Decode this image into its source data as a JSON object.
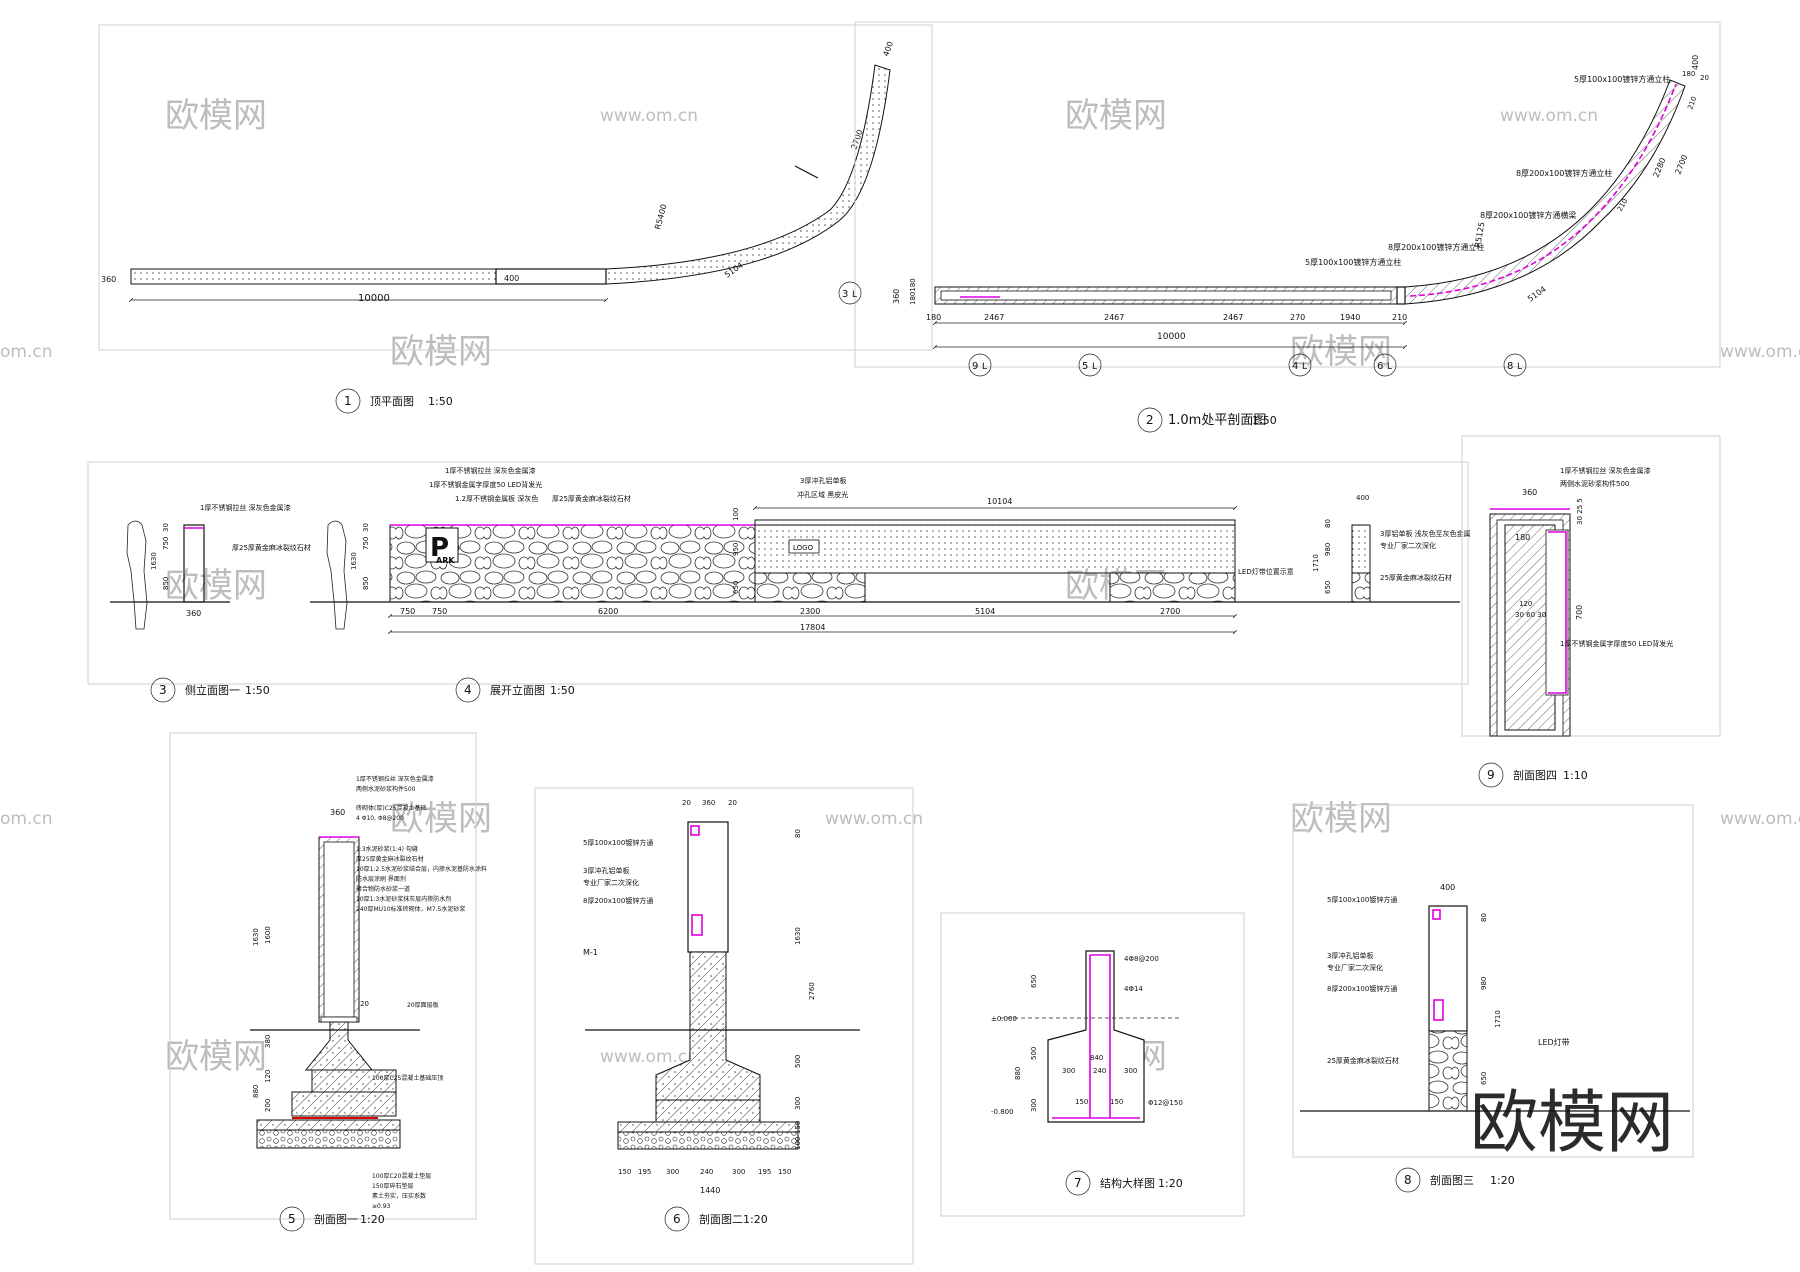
{
  "watermark": {
    "brand": "欧模网",
    "url": "www.om.cn",
    "url_partial": "om.cn"
  },
  "views": [
    {
      "num": "1",
      "title": "顶平面图",
      "scale": "1:50"
    },
    {
      "num": "2",
      "title": "1.0m处平剖面图",
      "scale": "1:50"
    },
    {
      "num": "3",
      "title": "侧立面图一",
      "scale": "1:50"
    },
    {
      "num": "4",
      "title": "展开立面图",
      "scale": "1:50"
    },
    {
      "num": "5",
      "title": "剖面图一",
      "scale": "1:20"
    },
    {
      "num": "6",
      "title": "剖面图二",
      "scale": "1:20"
    },
    {
      "num": "7",
      "title": "结构大样图",
      "scale": "1:20"
    },
    {
      "num": "8",
      "title": "剖面图三",
      "scale": "1:20"
    },
    {
      "num": "9",
      "title": "剖面图四",
      "scale": "1:10"
    }
  ],
  "plan1": {
    "dims": [
      "10000",
      "400",
      "360",
      "R5400",
      "5104",
      "2700",
      "400"
    ]
  },
  "plan2": {
    "dims_top": [
      "180",
      "2467",
      "2467",
      "2467",
      "270",
      "1940",
      "210"
    ],
    "dim_total": "10000",
    "dims_side": [
      "360",
      "180180",
      "400",
      "180",
      "20",
      "210",
      "2280",
      "2700",
      "5104",
      "210",
      "R5125"
    ],
    "callouts": [
      "5厚100x100镀锌方通立柱",
      "8厚200x100镀锌方通立柱",
      "8厚200x100镀锌方通横梁",
      "5厚100x100镀锌方通立柱",
      "8厚200x100镀锌方通立柱"
    ],
    "section_marks": [
      {
        "n": "9",
        "s": "L"
      },
      {
        "n": "5",
        "s": "L"
      },
      {
        "n": "4",
        "s": "L"
      },
      {
        "n": "6",
        "s": "L"
      },
      {
        "n": "8",
        "s": "L"
      },
      {
        "n": "3",
        "s": "L"
      }
    ]
  },
  "elev3": {
    "dims": [
      "30",
      "750",
      "1630",
      "850",
      "360"
    ],
    "callouts": [
      "1厚不锈钢拉丝 深灰色金属漆",
      "厚25厚黄金麻冰裂纹石材"
    ]
  },
  "elev4": {
    "callouts": [
      "1厚不锈钢拉丝 深灰色金属漆",
      "1厚不锈钢金属字厚度50 LED背发光",
      "1.2厚不锈钢金属板 深灰色",
      "厚25厚黄金麻冰裂纹石材",
      "3厚冲孔铝单板",
      "冲孔区域 黑皮光",
      "LED灯带位置示意"
    ],
    "logo_text": "LOGO",
    "park_text": "ARK",
    "dims_top": [
      "10104",
      "100",
      "950",
      "650"
    ],
    "dims_left": [
      "30",
      "750",
      "1630",
      "850"
    ],
    "dims_bottom": [
      "750",
      "750",
      "6200",
      "2300",
      "5104",
      "2700"
    ],
    "dim_total": "17804",
    "right": {
      "dims": [
        "400",
        "80",
        "980",
        "1710",
        "650"
      ],
      "callouts": [
        "3厚铝单板 浅灰色至灰色金属",
        "专业厂家二次深化",
        "25厚黄金麻冰裂纹石材"
      ]
    }
  },
  "sec9": {
    "dims": [
      "360",
      "180",
      "30 25 5",
      "120",
      "30 60 30",
      "700"
    ],
    "callouts": [
      "1厚不锈钢拉丝 深灰色金属漆",
      "两侧水泥砂浆构件500",
      "1厚不锈钢金属字厚度50 LED背发光"
    ]
  },
  "sec5": {
    "dims": [
      "360",
      "1630",
      "1600",
      "20",
      "380",
      "120",
      "880",
      "200"
    ],
    "callouts": [
      "1厚不锈钢拉丝 深灰色金属漆",
      "两侧水泥砂浆构件500",
      "砖砌体(厚)C25混凝土基础",
      "4 Φ10, Φ8@200",
      "1:3水泥砂浆(1:4) 勾缝",
      "厚25厚黄金麻冰裂纹石材",
      "10厚1:2.5水泥砂浆结合层，内掺水泥基防水涂料",
      "防水层涂刷 界面剂",
      "聚合物防水砂浆一道",
      "10厚1:3水泥砂浆抹灰层内掺防水剂",
      "240厚MU10标准砖砌体，M7.5水泥砂浆",
      "20厚面层板",
      "100厚C25混凝土基础压顶",
      "100厚C20混凝土垫层",
      "150厚碎石垫层",
      "素土夯实，压实系数",
      "≥0.93"
    ]
  },
  "sec6": {
    "dims_top": [
      "20",
      "360",
      "20"
    ],
    "dims_right": [
      "80",
      "1630",
      "2760",
      "500",
      "300",
      "150",
      "100"
    ],
    "dims_bottom": [
      "150",
      "195",
      "300",
      "240",
      "300",
      "195",
      "150"
    ],
    "dim_total": "1440",
    "callouts": [
      "5厚100x100镀锌方通",
      "3厚冲孔铝单板",
      "专业厂家二次深化",
      "8厚200x100镀锌方通",
      "M-1"
    ]
  },
  "sec7": {
    "dims": [
      "650",
      "500",
      "880",
      "300",
      "840",
      "300",
      "240",
      "300",
      "150",
      "150"
    ],
    "callouts": [
      "4Φ8@200",
      "4Φ14",
      "±0.000",
      "-0.800",
      "Φ12@150"
    ]
  },
  "sec8": {
    "dims": [
      "400",
      "80",
      "980",
      "1710",
      "650"
    ],
    "callouts": [
      "5厚100x100镀锌方通",
      "3厚冲孔铝单板",
      "专业厂家二次深化",
      "8厚200x100镀锌方通",
      "LED灯带",
      "25厚黄金麻冰裂纹石材"
    ]
  }
}
